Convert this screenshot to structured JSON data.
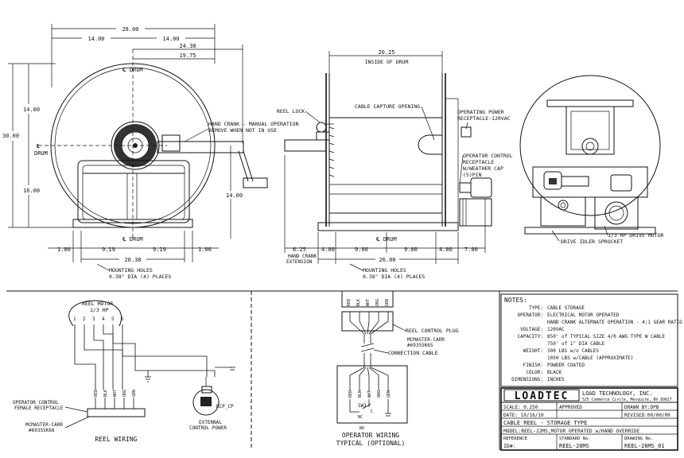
{
  "dims": {
    "d_28": "28.00",
    "d_14a": "14.00",
    "d_14b": "14.00",
    "d_2438": "24.38",
    "d_1975": "19.75",
    "d_2025": "20.25",
    "inside_of_drum": "INSIDE OF DRUM",
    "d_30": "30.00",
    "d_14v": "14.00",
    "d_16v": "16.00",
    "d_14crank": "14.00",
    "bl_100a": "1.00",
    "bl_919a": "9.19",
    "bl_919b": "9.19",
    "bl_100b": "1.00",
    "bl_2038": "20.38",
    "bm_625": "6.25",
    "bm_4a": "4.00",
    "bm_9a": "9.00",
    "bm_9b": "9.00",
    "bm_4b": "4.00",
    "bm_7": "7.00",
    "bm_26": "26.00",
    "hand_crank_ext": "HAND CRANK\nEXTENSION"
  },
  "labels": {
    "cl_drum_top": "℄ DRUM",
    "cl_drum_left": "℄\nDRUM",
    "cl_drum_bottom_left": "℄ DRUM",
    "cl_drum_bottom_mid": "℄ DRUM",
    "hand_crank": "HAND CRANK - MANUAL OPERATION\nREMOVE WHEN NOT IN USE",
    "reel_lock": "REEL LOCK",
    "cable_capture": "CABLE CAPTURE OPENING",
    "op_power": "OPERATING POWER\nRECEPTACLE-120VAC",
    "op_control": "OPERATOR CONTROL\nRECEPTACLE\nW/WEATHER CAP\n(5)PIN",
    "mounting_a": "MOUNTING HOLES\n0.38\" DIA (4) PLACES",
    "mounting_b": "MOUNTING HOLES\n0.38\" DIA (4) PLACES",
    "drive_idler": "DRIVE IDLER SPROCKET",
    "drive_motor": "1/3 HP DRIVE MOTOR"
  },
  "wiring": {
    "reel_motor": "REEL MOTOR\n1/3 HP",
    "pins": [
      "1",
      "2",
      "3",
      "4",
      "5",
      "6"
    ],
    "wire_colors": [
      "RED",
      "BLK",
      "WHT",
      "ORG",
      "GRN"
    ],
    "op_female": "OPERATOR CONTROL\nFEMALE RECEPTACLE",
    "mcmaster_a": "MCMASTER-CARR\n#69355K68",
    "reel_wiring": "REEL WIRING",
    "external_power": "EXTERNAL\nCONTROL POWER",
    "rcp": "RCP_CP",
    "reel_control_plug": "REEL CONTROL PLUG",
    "mcmaster_b": "MCMASTER-CARR\n#69355K65",
    "connection_cable": "CONNECTION CABLE",
    "sw1": "SW1",
    "no": "NO",
    "c": "C",
    "nc": "NC",
    "operator_wiring": "OPERATOR WIRING\nTYPICAL (OPTIONAL)"
  },
  "notes": {
    "heading": "NOTES:",
    "rows": [
      {
        "k": "TYPE:",
        "v": "CABLE STORAGE"
      },
      {
        "k": "OPERATOR:",
        "v": "ELECTRICAL MOTOR OPERATED"
      },
      {
        "k": "",
        "v": "HAND CRANK ALTERNATE OPERATION - 4:1 GEAR RATIO"
      },
      {
        "k": "VOLTAGE:",
        "v": "120VAC"
      },
      {
        "k": "CAPACITY:",
        "v": "850' of TYPICAL SIZE 4/0 AWG TYPE W CABLE"
      },
      {
        "k": "",
        "v": "750' of 1\" DIA CABLE"
      },
      {
        "k": "WEIGHT:",
        "v": "300 LBS w/o CABLES"
      },
      {
        "k": "",
        "v": "1050 LBS w/CABLE (APPROXIMATE)"
      },
      {
        "k": "FINISH:",
        "v": "POWDER COATED"
      },
      {
        "k": "COLOR:",
        "v": "BLACK"
      },
      {
        "k": "DIMENSIONS:",
        "v": "INCHES"
      }
    ]
  },
  "title_block": {
    "logo": "LOADTEC",
    "company": "LOAD TECHNOLOGY, INC.",
    "address": "525 Commerce Circle, Mesquite, NV 89027",
    "scale": "SCALE: 0.250",
    "approved": "APPROVED",
    "drawn_by": "DRAWN BY:DPB",
    "date": "DATE: 10/16/10",
    "revised": "REVISED:00/00/00",
    "title1": "CABLE REEL - STORAGE TYPE",
    "title2": "MODEL:REEL-22MS,MOTOR OPERATED w/HAND OVERRIDE",
    "reference_lbl": "REFERENCE",
    "id_lbl": "ID#:",
    "std_lbl": "STANDARD No.",
    "std_val": "REEL-28MS",
    "dwg_lbl": "DRAWING No.",
    "dwg_val": "REEL-28MS_01"
  }
}
